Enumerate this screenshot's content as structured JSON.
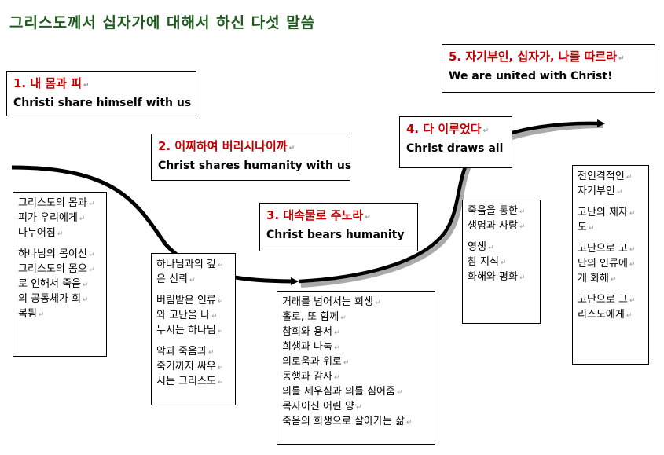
{
  "title": "그리스도께서 십자가에 대해서 하신 다섯 말씀",
  "stages": [
    {
      "kr": "1. 내 몸과 피",
      "en": "Christi share himself with us"
    },
    {
      "kr": "2. 어찌하여 버리시나이까",
      "en": "Christ shares humanity with us"
    },
    {
      "kr": "3. 대속물로 주노라",
      "en": "Christ bears humanity"
    },
    {
      "kr": "4. 다 이루었다",
      "en": "Christ draws all"
    },
    {
      "kr": "5. 자기부인, 십자가, 나를 따르라",
      "en": "We are united with Christ!"
    }
  ],
  "notes": [
    {
      "lines": [
        "그리스도의 몸과",
        "피가 우리에게",
        "나누어짐",
        "",
        "하나님의 몸이신",
        "그리스도의 몸으",
        "로 인해서 죽음",
        "의 공동체가 회",
        "복됨"
      ]
    },
    {
      "lines": [
        "하나님과의 깊",
        "은 신뢰",
        "",
        "버림받은 인류",
        "와 고난을 나",
        "누시는 하나님",
        "",
        "악과 죽음과",
        "죽기까지 싸우",
        "시는 그리스도"
      ]
    },
    {
      "lines": [
        "거래를 넘어서는 희생",
        "홀로, 또 함께",
        "참회와 용서",
        "희생과 나눔",
        "의로움과 위로",
        "동행과 감사",
        "의를 세우심과 의를 심어줌",
        "목자이신 어린 양",
        "죽음의 희생으로 살아가는 삶"
      ]
    },
    {
      "lines": [
        "죽음을 통한",
        "생명과 사랑",
        "",
        "영생",
        "참 지식",
        "화해와 평화"
      ]
    },
    {
      "lines": [
        "전인격적인",
        "자기부인",
        "",
        "고난의 제자",
        "도",
        "",
        "고난으로 고",
        "난의 인류에",
        "게 화해",
        "",
        "고난으로 그",
        "리스도에게"
      ]
    }
  ],
  "mark_glyph": "↵"
}
